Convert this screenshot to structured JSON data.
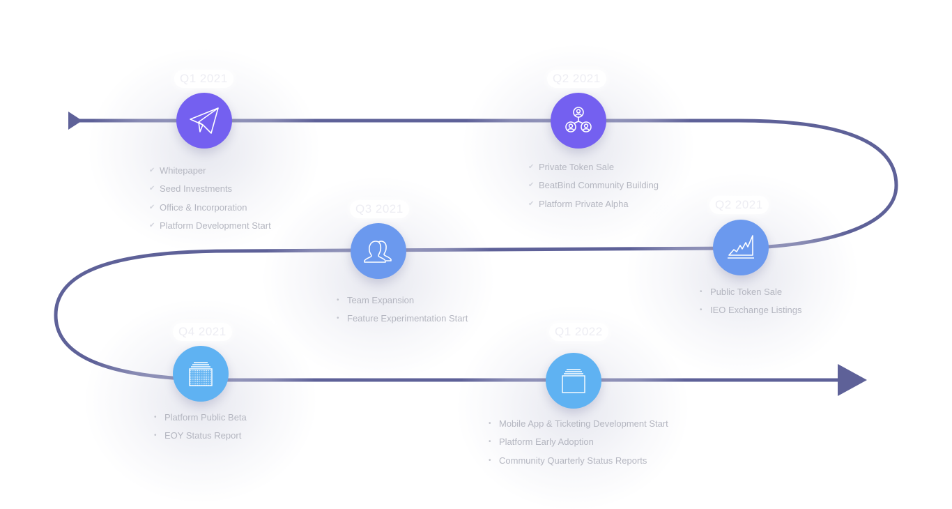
{
  "colors": {
    "track": "#5e6198",
    "node_purple": "#7460f0",
    "node_blue": "#6b99ee",
    "node_sky": "#5fb2f2"
  },
  "milestones": [
    {
      "quarter": "Q1 2021",
      "icon": "paper-plane-icon",
      "items": [
        "Whitepaper",
        "Seed Investments",
        "Office & Incorporation",
        "Platform Development Start"
      ]
    },
    {
      "quarter": "Q2 2021",
      "icon": "network-users-icon",
      "items": [
        "Private Token Sale",
        "BeatBind Community Building",
        "Platform Private Alpha"
      ]
    },
    {
      "quarter": "Q3 2021",
      "icon": "team-users-icon",
      "items": [
        "Team Expansion",
        "Feature Experimentation Start"
      ]
    },
    {
      "quarter": "Q2 2021",
      "icon": "growth-chart-icon",
      "items": [
        "Public Token Sale",
        "IEO Exchange Listings"
      ]
    },
    {
      "quarter": "Q4 2021",
      "icon": "dotted-screen-icon",
      "items": [
        "Platform Public Beta",
        "EOY Status Report"
      ]
    },
    {
      "quarter": "Q1 2022",
      "icon": "stacked-screen-icon",
      "items": [
        "Mobile App & Ticketing Development Start",
        "Platform Early Adoption",
        "Community Quarterly Status Reports"
      ]
    }
  ]
}
